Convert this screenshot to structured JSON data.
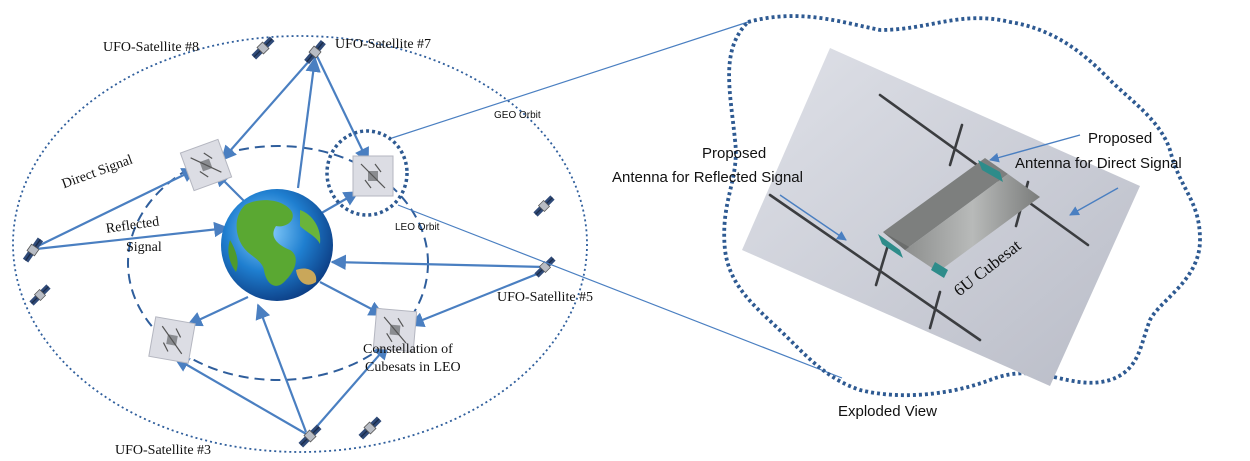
{
  "labels": {
    "sat8": "UFO-Satellite  #8",
    "sat7": "UFO-Satellite  #7",
    "sat5": "UFO-Satellite  #5",
    "sat3": "UFO-Satellite  #3",
    "geo_orbit": "GEO Orbit",
    "leo_orbit": "LEO Orbit",
    "direct_signal": "Direct Signal",
    "reflected_signal_1": "Reflected",
    "reflected_signal_2": "Signal",
    "constellation_1": "Constellation of",
    "constellation_2": "Cubesats in LEO",
    "reflected_antenna_1": "Proposed",
    "reflected_antenna_2": "Antenna  for Reflected Signal",
    "direct_antenna_1": "Proposed",
    "direct_antenna_2": "Antenna  for Direct Signal",
    "cubesat": "6U Cubesat",
    "exploded_view": "Exploded View"
  },
  "colors": {
    "arrow": "#4a7fc1",
    "orbit": "#2f5e9c",
    "dotted_outline": "#2e5a92",
    "earth_ocean": "#1f7fd0",
    "earth_land": "#5aa832",
    "panel": "#cfd2dc"
  },
  "icons": [
    "globe-icon",
    "satellite-icon",
    "cubesat-icon"
  ]
}
